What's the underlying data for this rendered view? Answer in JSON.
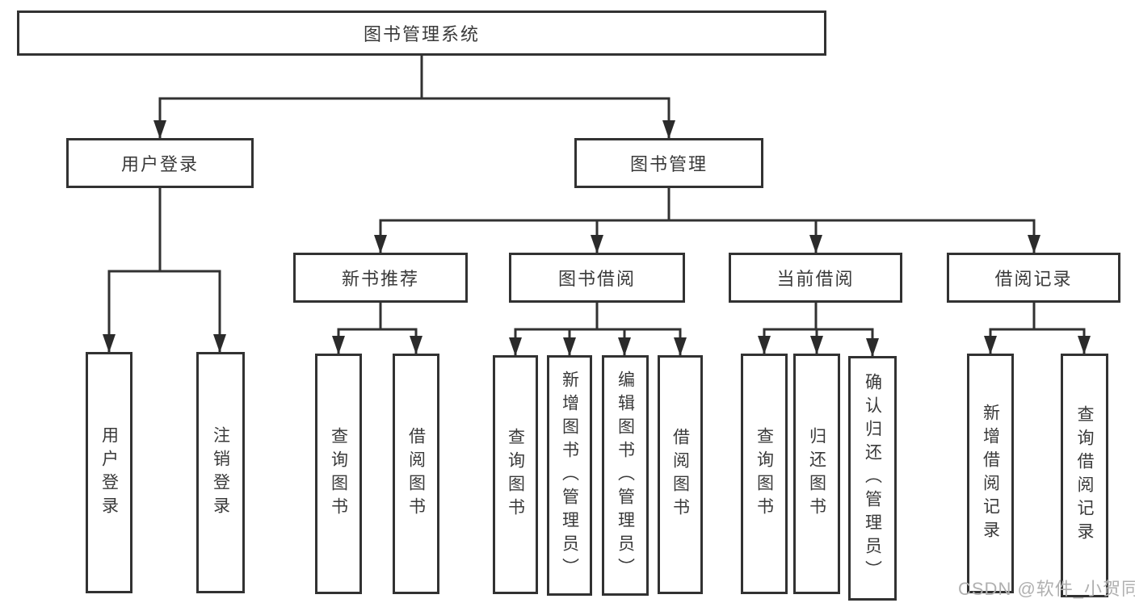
{
  "diagram": {
    "root": {
      "label": "图书管理系统"
    },
    "branches": {
      "user_login": {
        "label": "用户登录",
        "children": {
          "login": {
            "label": "用户登录"
          },
          "logout": {
            "label": "注销登录"
          }
        }
      },
      "book_management": {
        "label": "图书管理",
        "children": {
          "new_book_recommendation": {
            "label": "新书推荐",
            "children": {
              "query_books": {
                "label": "查询图书"
              },
              "borrow_books": {
                "label": "借阅图书"
              }
            }
          },
          "book_borrowing": {
            "label": "图书借阅",
            "children": {
              "query_books": {
                "label": "查询图书"
              },
              "add_books": {
                "label": "新增图书（管理员）"
              },
              "edit_books": {
                "label": "编辑图书（管理员）"
              },
              "borrow_books": {
                "label": "借阅图书"
              }
            }
          },
          "current_borrowing": {
            "label": "当前借阅",
            "children": {
              "query_books": {
                "label": "查询图书"
              },
              "return_books": {
                "label": "归还图书"
              },
              "confirm_return": {
                "label": "确认归还（管理员）"
              }
            }
          },
          "borrowing_records": {
            "label": "借阅记录",
            "children": {
              "add_record": {
                "label": "新增借阅记录"
              },
              "query_record": {
                "label": "查询借阅记录"
              }
            }
          }
        }
      }
    }
  },
  "watermark": {
    "text": "CSDN @软件_小贺同学"
  },
  "colors": {
    "line": "#323232",
    "box_border": "#323232",
    "text": "#3a3a3a",
    "watermark": "#b0b0b0",
    "background": "#ffffff"
  }
}
